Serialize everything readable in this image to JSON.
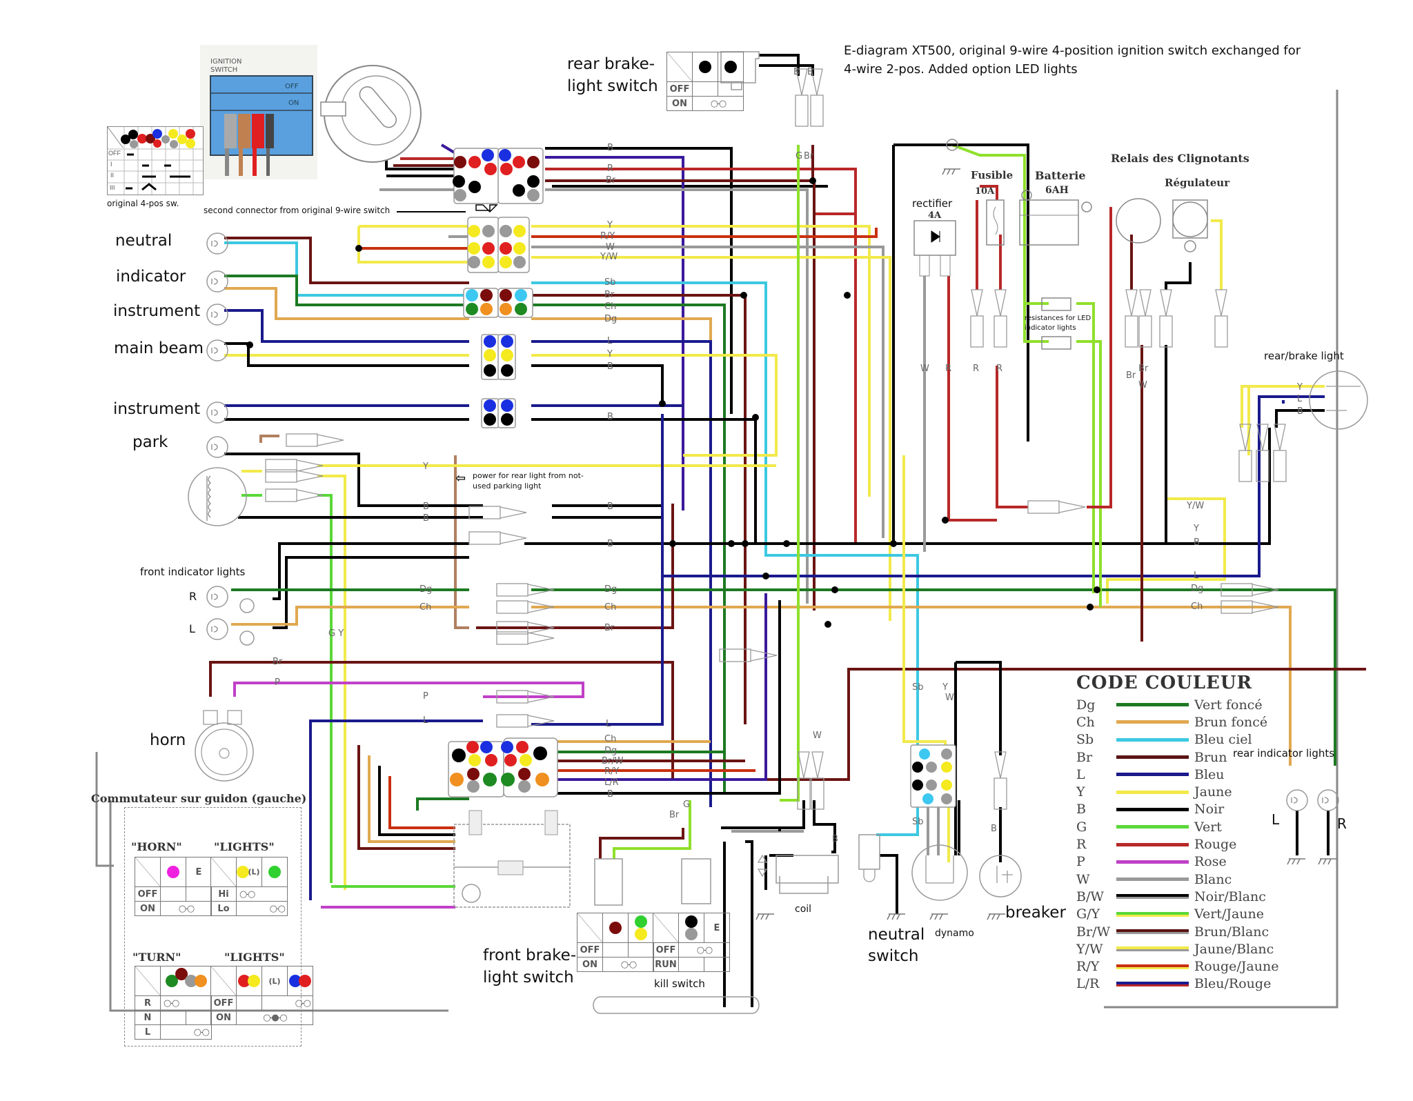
{
  "title": {
    "line1": "E-diagram XT500, original 9-wire 4-position ignition switch exchanged for",
    "line2": "4-wire 2-pos. Added option LED lights"
  },
  "colors": {
    "Dg": "#1e7a22",
    "Ch": "#e0a850",
    "Sb": "#3cc8e0",
    "Br": "#6a1414",
    "L": "#1a1a8c",
    "Y": "#f2ea4a",
    "B": "#000000",
    "G": "#5ad83a",
    "R": "#b82828",
    "P": "#c040c8",
    "W": "#999999",
    "GY": "#8ee02a",
    "LR": "#3a1a9a",
    "grey_outline": "#888888",
    "tan": "#b08060"
  },
  "labels": {
    "rear_brake_switch_1": "rear brake-",
    "rear_brake_switch_2": "light switch",
    "original_4pos": "original 4-pos sw.",
    "second_connector": "second connector from original 9-wire switch",
    "ignition_switch_1": "IGNITION",
    "ignition_switch_2": "SWITCH",
    "ign_off": "OFF",
    "ign_on": "ON",
    "neutral": "neutral",
    "indicator": "indicator",
    "instrument1": "instrument",
    "main_beam": "main beam",
    "instrument2": "instrument",
    "park": "park",
    "power_note_1": "power for rear light from not-",
    "power_note_2": "used parking light",
    "front_indicator": "front indicator lights",
    "front_R": "R",
    "front_L": "L",
    "horn": "horn",
    "guidon": "Commutateur sur guidon (gauche)",
    "rectifier": "rectifier",
    "rectifier_rating": "4A",
    "fusible": "Fusible",
    "fuse_rating": "10A",
    "batterie": "Batterie",
    "battery_rating": "6AH",
    "relais": "Relais des Clignotants",
    "regulateur": "Régulateur",
    "resistances_1": "resistances for LED",
    "resistances_2": "indicator lights",
    "rear_brake_light": "rear/brake light",
    "rear_indicator": "rear indicator lights",
    "rear_L": "L",
    "rear_R": "R",
    "coil": "coil",
    "neutral_switch_1": "neutral",
    "neutral_switch_2": "switch",
    "dynamo": "dynamo",
    "breaker": "breaker",
    "front_brake_1": "front brake-",
    "front_brake_2": "light switch",
    "kill_switch": "kill switch"
  },
  "wire_tags": {
    "top_B": "B",
    "top_R": "R",
    "top_Br": "Br",
    "c2_Y": "Y",
    "c2_RY": "R/Y",
    "c2_W": "W",
    "c2_YW": "Y/W",
    "c3_Sb": "Sb",
    "c3_Br": "Br",
    "c3_Ch": "Ch",
    "c3_Dg": "Dg",
    "c4_L": "L",
    "c4_Y": "Y",
    "c4_B": "B",
    "c5_B": "B",
    "y_mid": "Y",
    "b1": "B",
    "b2": "B",
    "b3": "B",
    "b4": "B",
    "b5": "B",
    "dg": "Dg",
    "ch": "Ch",
    "dg2": "Dg",
    "ch2": "Ch",
    "br2": "Br",
    "gy": "G Y",
    "br_horn": "Br",
    "p_horn": "P",
    "p2": "P",
    "l2": "L",
    "hb_Ch": "Ch",
    "hb_Dg": "Dg",
    "hb_BrW": "Br/W",
    "hb_RY": "R/Y",
    "hb_LR": "L/R",
    "hb_B": "B",
    "sb_ns": "Sb",
    "rect_W": "W",
    "rect_R": "R",
    "fuse_R1": "R",
    "fuse_R2": "R",
    "relay_Br": "Br",
    "relay_Br2": "Br",
    "relay_W": "W",
    "rear_Y": "Y",
    "rear_L": "L",
    "rear_B": "B",
    "right_YW": "Y/W",
    "right_Y": "Y",
    "right_B": "B",
    "right_L": "L",
    "right_Dg": "Dg",
    "right_Ch": "Ch",
    "brk_BB1": "B",
    "brk_BB2": "B",
    "brk_G": "G",
    "brk_Br": "Br",
    "dyn_Y": "Y",
    "dyn_Sb": "Sb",
    "dyn_B": "B",
    "dyn_W": "W",
    "brk_B": "B",
    "coil_B": "B",
    "coil_W": "W",
    "fb_Br": "Br",
    "fb_G": "G"
  },
  "legend": {
    "title": "CODE COULEUR",
    "items": [
      {
        "code": "Dg",
        "name": "Vert foncé",
        "color": "#1e7a22"
      },
      {
        "code": "Ch",
        "name": "Brun foncé",
        "color": "#e0a850"
      },
      {
        "code": "Sb",
        "name": "Bleu ciel",
        "color": "#3cc8e0"
      },
      {
        "code": "Br",
        "name": "Brun",
        "color": "#5a1414"
      },
      {
        "code": "L",
        "name": "Bleu",
        "color": "#1a1a8c"
      },
      {
        "code": "Y",
        "name": "Jaune",
        "color": "#f2ea4a"
      },
      {
        "code": "B",
        "name": "Noir",
        "color": "#000000"
      },
      {
        "code": "G",
        "name": "Vert",
        "color": "#5ad83a"
      },
      {
        "code": "R",
        "name": "Rouge",
        "color": "#b82828"
      },
      {
        "code": "P",
        "name": "Rose",
        "color": "#c040c8"
      },
      {
        "code": "W",
        "name": "Blanc",
        "color": "#999999"
      },
      {
        "code": "B/W",
        "name": "Noir/Blanc",
        "color": "#000000",
        "stripe": "#999999"
      },
      {
        "code": "G/Y",
        "name": "Vert/Jaune",
        "color": "#5ad83a",
        "stripe": "#f2ea4a"
      },
      {
        "code": "Br/W",
        "name": "Brun/Blanc",
        "color": "#5a1414",
        "stripe": "#999999"
      },
      {
        "code": "Y/W",
        "name": "Jaune/Blanc",
        "color": "#f2ea4a",
        "stripe": "#999999"
      },
      {
        "code": "R/Y",
        "name": "Rouge/Jaune",
        "color": "#c83010",
        "stripe": "#f2ea4a"
      },
      {
        "code": "L/R",
        "name": "Bleu/Rouge",
        "color": "#1a1a8c",
        "stripe": "#b82828"
      }
    ]
  },
  "switch_tables": {
    "orig4pos": {
      "rows": [
        "OFF",
        "I",
        "II",
        "III"
      ]
    },
    "rear_brake": {
      "rows": [
        "OFF",
        "ON"
      ]
    },
    "horn": {
      "title": "\"HORN\"",
      "extra": "E",
      "rows": [
        "OFF",
        "ON"
      ]
    },
    "lights1": {
      "title": "\"LIGHTS\"",
      "extra": "(L)",
      "rows": [
        "Hi",
        "Lo"
      ]
    },
    "turn": {
      "title": "\"TURN\"",
      "rows": [
        "R",
        "N",
        "L"
      ]
    },
    "lights2": {
      "title": "\"LIGHTS\"",
      "extra": "(L)",
      "rows": [
        "OFF",
        "ON"
      ]
    },
    "front_brake": {
      "rows": [
        "OFF",
        "ON"
      ]
    },
    "kill": {
      "extra": "E",
      "rows": [
        "OFF",
        "RUN"
      ]
    }
  },
  "closed_contact": "○-○"
}
